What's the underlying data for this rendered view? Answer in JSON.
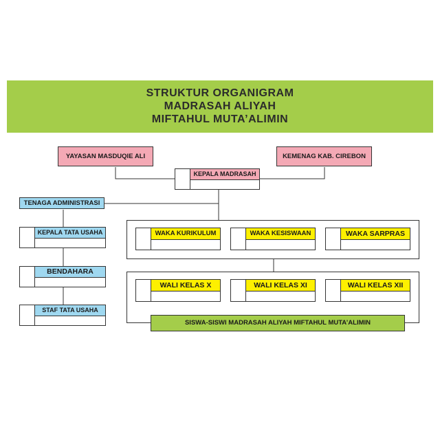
{
  "title": {
    "line1": "STRUKTUR ORGANIGRAM",
    "line2": "MADRASAH ALIYAH",
    "line3": "MIFTAHUL MUTA’ALIMIN"
  },
  "top_boxes": {
    "yayasan": "YAYASAN MASDUQIE ALI",
    "kemenag": "KEMENAG KAB. CIREBON",
    "kepala": "KEPALA MADRASAH"
  },
  "admin": {
    "tenaga": "TENAGA ADMINISTRASI",
    "kepala_tu": "KEPALA TATA USAHA",
    "bendahara": "BENDAHARA",
    "staf": "STAF TATA USAHA"
  },
  "waka": [
    "WAKA KURIKULUM",
    "WAKA KESISWAAN",
    "WAKA SARPRAS"
  ],
  "wali": [
    "WALI KELAS X",
    "WALI KELAS XI",
    "WALI KELAS XII"
  ],
  "siswa": "SISWA-SISWI MADRASAH ALIYAH MIFTAHUL MUTA’ALIMIN",
  "colors": {
    "banner": "#a4cd4a",
    "pink": "#f4a9b5",
    "blue": "#9fd8f0",
    "yellow": "#fdf000",
    "green": "#a4cd4a"
  }
}
